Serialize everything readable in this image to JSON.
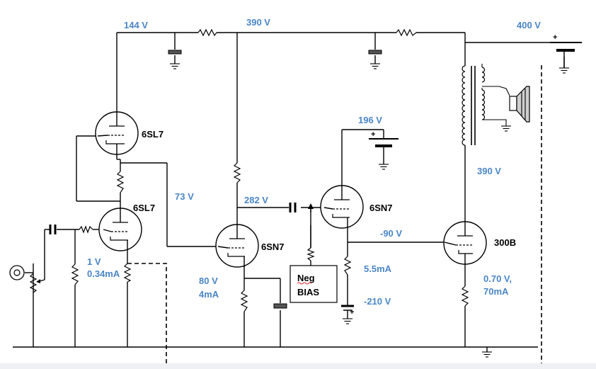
{
  "colors": {
    "voltage_label": "#4a86c6",
    "ink": "#000000",
    "background": "#ffffff"
  },
  "tubes": {
    "v1": "6SL7",
    "v2": "6SL7",
    "v3": "6SN7",
    "v4": "6SN7",
    "v5": "300B"
  },
  "labels": {
    "v144": "144 V",
    "v390_top": "390 V",
    "v400": "400 V",
    "v196": "196 V",
    "v390_right": "390 V",
    "v73": "73 V",
    "v282": "282 V",
    "vneg90": "-90 V",
    "v1": "1 V",
    "i034": "0.34mA",
    "v80": "80 V",
    "i4": "4mA",
    "i55": "5.5mA",
    "vneg210": "-210 V",
    "v070": "0.70 V,",
    "i70": "70mA"
  },
  "neg_bias": {
    "line1": "Neg",
    "line2": "BIAS"
  },
  "polarity": {
    "plus": "+"
  }
}
